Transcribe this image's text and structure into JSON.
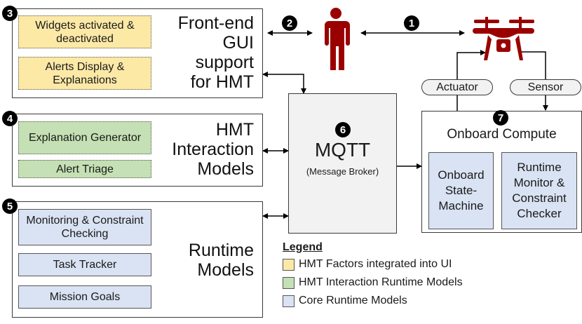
{
  "badges": {
    "b1": "1",
    "b2": "2",
    "b3": "3",
    "b4": "4",
    "b5": "5",
    "b6": "6",
    "b7": "7"
  },
  "frontend": {
    "title_lines": [
      "Front-end",
      "GUI",
      "support",
      "for HMT"
    ],
    "items": [
      "Widgets activated & deactivated",
      "Alerts Display & Explanations"
    ]
  },
  "interaction": {
    "title_lines": [
      "HMT",
      "Interaction",
      "Models"
    ],
    "items": [
      "Explanation Generator",
      "Alert Triage"
    ]
  },
  "runtime": {
    "title_lines": [
      "Runtime",
      "Models"
    ],
    "items": [
      "Monitoring & Constraint Checking",
      "Task Tracker",
      "Mission Goals"
    ]
  },
  "mqtt": {
    "title": "MQTT",
    "subtitle": "(Message Broker)"
  },
  "onboard": {
    "title": "Onboard Compute",
    "items": [
      "Onboard State-Machine",
      "Runtime Monitor & Constraint Checker"
    ]
  },
  "io": {
    "actuator": "Actuator",
    "sensor": "Sensor"
  },
  "icons": {
    "human": "person-icon",
    "drone": "drone-icon"
  },
  "legend": {
    "title": "Legend",
    "entries": [
      {
        "label": "HMT Factors integrated into UI",
        "color": "#fde9a6"
      },
      {
        "label": "HMT Interaction Runtime Models",
        "color": "#c5e0b4"
      },
      {
        "label": "Core Runtime Models",
        "color": "#dae3f3"
      }
    ]
  },
  "colors": {
    "icon": "#9b0000",
    "yellow": "#fde9a6",
    "green": "#c5e0b4",
    "blue": "#dae3f3",
    "mqtt": "#f2f2f2"
  }
}
